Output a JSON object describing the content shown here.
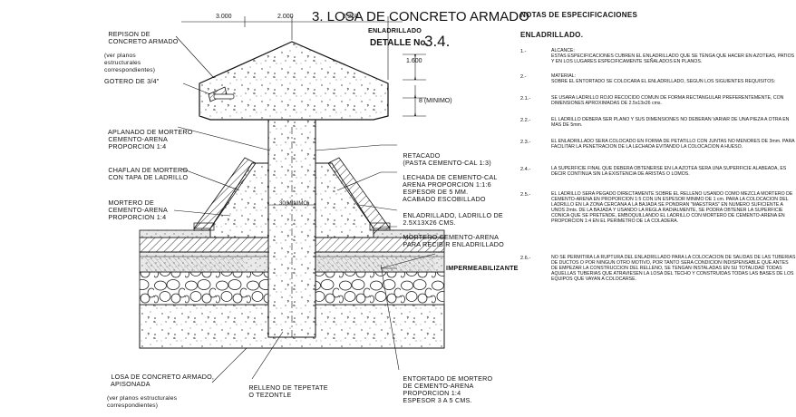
{
  "title": {
    "main": "3. LOSA DE CONCRETO ARMADO",
    "sub": "ENLADRILLADO",
    "detail_prefix": "DETALLE No.",
    "detail_num": "3.4."
  },
  "dimensions": {
    "d1": "3.000",
    "d2": "2.000",
    "d3": "3.260",
    "d4": "1.600",
    "d5": "8 (MINIMO)",
    "d6": "30(MINIMO)"
  },
  "labels": {
    "repison": [
      "REPISON DE",
      "CONCRETO ARMADO"
    ],
    "repison_note": [
      "(ver planos",
      "estructurales",
      "correspondientes)"
    ],
    "gotero": "GOTERO DE 3/4\"",
    "aplanado": [
      "APLANADO DE MORTERO",
      "CEMENTO-ARENA",
      "PROPORCION 1:4"
    ],
    "chaflan": [
      "CHAFLAN DE MORTERO",
      "CON TAPA DE LADRILLO"
    ],
    "mortero_left": [
      "MORTERO DE",
      "CEMENTO-ARENA",
      "PROPORCION 1:4"
    ],
    "retacado": [
      "RETACADO",
      "(PASTA CEMENTO-CAL 1:3)"
    ],
    "lechada": [
      "LECHADA DE CEMENTO-CAL",
      "ARENA PROPORCION 1:1:6",
      "ESPESOR DE 5 mm.",
      "ACABADO ESCOBILLADO"
    ],
    "enladrillado": [
      "ENLADRILLADO, LADRILLO DE",
      "2.5x13x26 cms."
    ],
    "mortero_right": [
      "MORTERO CEMENTO-ARENA",
      "PARA RECIBIR ENLADRILLADO"
    ],
    "impermeabilizante": "IMPERMEABILIZANTE",
    "losa": [
      "LOSA DE CONCRETO ARMADO,",
      "APISONADA"
    ],
    "losa_note": [
      "(ver planos estructurales",
      "correspondientes)"
    ],
    "relleno": [
      "RELLENO DE TEPETATE",
      "O TEZONTLE"
    ],
    "entortado": [
      "ENTORTADO DE MORTERO",
      "DE CEMENTO-ARENA",
      "PROPORCION 1:4",
      "ESPESOR 3 A 5 cms."
    ]
  },
  "notes": {
    "title": "NOTAS DE ESPECIFICACIONES",
    "subtitle": "ENLADRILLADO.",
    "items": [
      {
        "num": "1.-",
        "text": "ALCANCE:\nESTAS ESPECIFICACIONES CUBREN EL ENLADRILLADO QUE SE TENGA QUE HACER EN AZOTEAS, PATIOS Y EN LOS LUGARES ESPECIFICAMENTE SEÑALADOS EN PLANOS."
      },
      {
        "num": "2.-",
        "text": "MATERIAL:\nSOBRE EL ENTORTADO SE COLOCARA EL ENLADRILLADO, SEGUN LOS SIGUIENTES REQUISITOS:"
      },
      {
        "num": "2.1.-",
        "text": "SE USARA LADRILLO ROJO RECOCIDO COMUN DE FORMA RECTANGULAR PREFERENTEMENTE, CON DIMENSIONES APROXIMADAS DE 2.5x13x26 cms."
      },
      {
        "num": "2.2.-",
        "text": "EL LADRILLO DEBERA SER PLANO Y SUS DIMENSIONES NO DEBERAN VARIAR DE UNA PIEZA A OTRA EN MAS DE 5mm."
      },
      {
        "num": "2.3.-",
        "text": "EL ENLADRILLADO SERA COLOCADO EN FORMA DE PETATILLO CON JUNTAS NO MENORES DE 3mm. PARA FACILITAR LA PENETRACION DE LA LECHADA EVITANDO LA COLOCACION A HUESO."
      },
      {
        "num": "2.4.-",
        "text": "LA SUPERFICIE FINAL QUE DEBERA OBTENERSE EN LA AZOTEA SERA UNA SUPERFICIE ALABEADA, ES DECIR CONTINUA SIN LA EXISTENCIA DE ARISTAS O LOMOS."
      },
      {
        "num": "2.5.-",
        "text": "EL LADRILLO SERA PEGADO DIRECTAMENTE SOBRE EL RELLENO USANDO COMO MEZCLA MORTERO DE CEMENTO-ARENA EN PROPORCION 1:5 CON UN ESPESOR MINIMO DE 1 cm. PARA LA COLOCACION DEL LADRILLO EN LA ZONA CERCANA A LA BAJADA SE PONDRAN \"MAESTRAS\" EN NUMERO SUFICIENTE A UNOS 2mts. DE LA BAJADA Y USANDO LA REGLA RADIALMENTE, SE PODRA OBTENER LA SUPERFICIE CONICA QUE SE PRETENDE, EMBOQUILLANDO EL LADRILLO CON MORTERO DE CEMENTO-ARENA EN PROPORCION 1:4 EN EL PERIMETRO DE LA COLADERA."
      },
      {
        "num": "2.6.-",
        "text": "NO SE PERMITIRA LA RUPTURA DEL ENLADRILLADO PARA LA COLOCACION DE SALIDAS DE LAS TUBERIAS DE DUCTOS O POR NINGUN OTRO MOTIVO, POR TANTO SERA CONDICION INDISPENSABLE QUE ANTES DE EMPEZAR LA CONSTRUCCION DEL RELLENO, SE TENGAN INSTALADAS EN SU TOTALIDAD TODAS AQUELLAS TUBERIAS QUE ATRAVIESEN LA LOSA DEL TECHO Y CONSTRUIDAS TODAS LAS BASES DE LOS EQUIPOS QUE VAYAN A COLOCARSE."
      }
    ]
  }
}
